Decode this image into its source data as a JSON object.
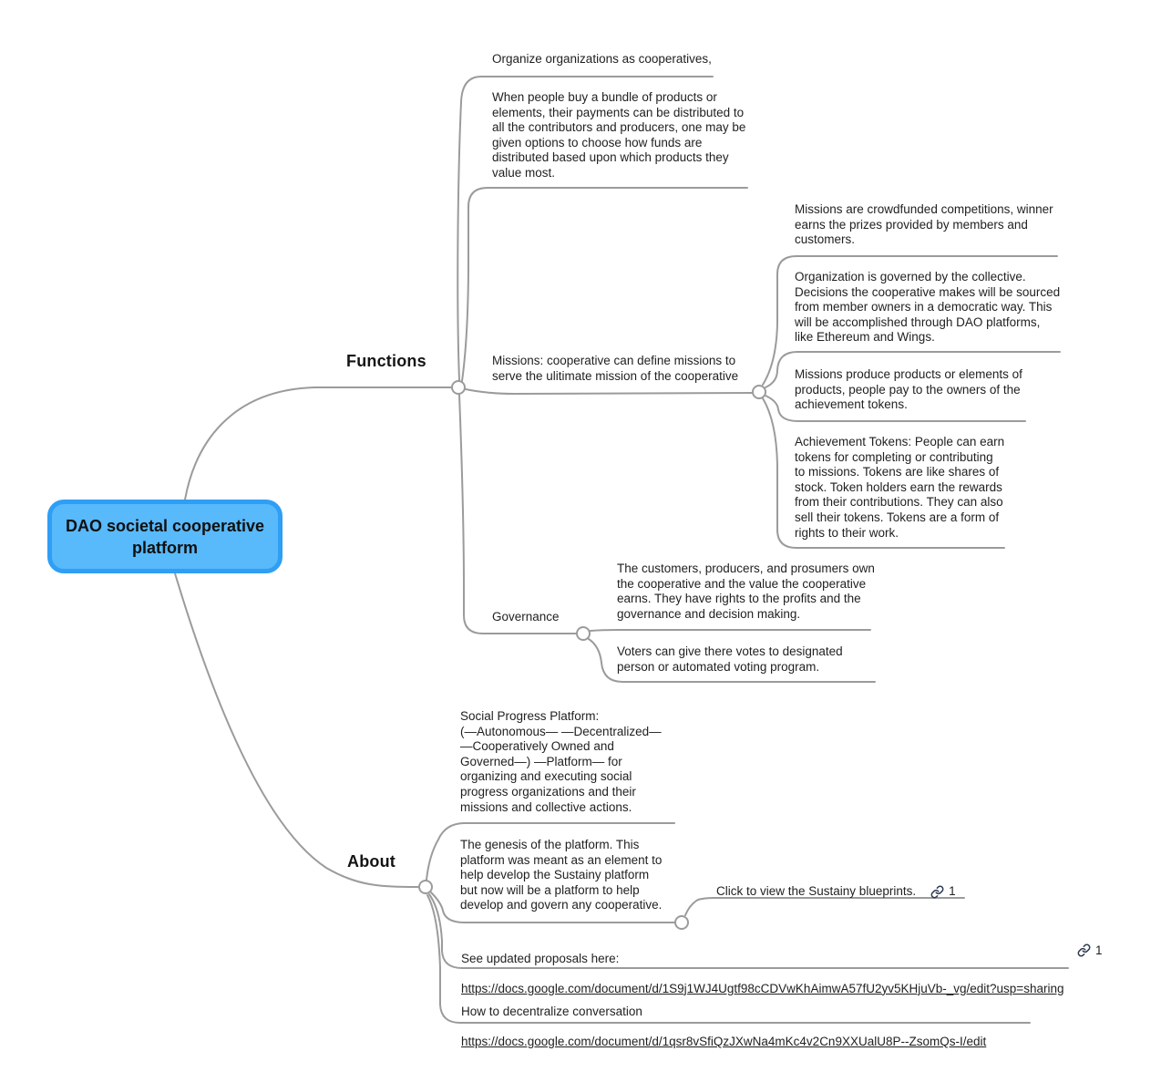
{
  "root": {
    "title": "DAO societal cooperative platform"
  },
  "functions": {
    "label": "Functions",
    "organize": "Organize organizations as cooperatives,",
    "bundle": "When people buy a bundle of products or\nelements, their payments can be distributed to\nall the contributors and producers, one may be\ngiven options to choose how funds are\ndistributed based upon which products they\nvalue most.",
    "missions": "Missions: cooperative can define missions to\nserve the ulitimate mission of the cooperative",
    "missions_children": {
      "crowdfunded": "Missions are crowdfunded competitions, winner\nearns the prizes provided by members and\ncustomers.",
      "governed": "Organization is governed by the collective.\nDecisions the cooperative makes will be sourced\nfrom member owners in a democratic way. This\nwill be accomplished through DAO platforms,\nlike Ethereum and Wings.",
      "produce": "Missions produce products or elements of\nproducts, people pay to the owners of the\nachievement tokens.",
      "achievement": "Achievement Tokens: People can earn\ntokens for completing or contributing\nto missions. Tokens are like shares of\nstock. Token holders earn the rewards\nfrom their contributions. They can also\nsell their tokens. Tokens are a form of\nrights to their work."
    },
    "governance": {
      "label": "Governance",
      "owners": "The customers, producers, and prosumers own\nthe cooperative and the value the cooperative\nearns. They have rights to the profits and the\ngovernance and decision making.",
      "voters": "Voters can give there votes to designated\nperson or automated voting program."
    }
  },
  "about": {
    "label": "About",
    "social_progress": "Social Progress Platform:\n(—Autonomous—  —Decentralized—\n—Cooperatively Owned and\nGoverned—) —Platform— for\norganizing and executing social\nprogress organizations and their\nmissions and collective actions.",
    "genesis": "The genesis of the platform. This\nplatform was meant as an element to\nhelp develop the Sustainy platform\nbut now will be a platform to help\ndevelop and govern any cooperative.",
    "blueprints": {
      "text": "Click to view the Sustainy blueprints.",
      "link_count": "1"
    },
    "proposals": {
      "text": "See updated proposals here:",
      "url": "https://docs.google.com/document/d/1S9j1WJ4Ugtf98cCDVwKhAimwA57fU2yv5KHjuVb-_vg/edit?usp=sharing",
      "link_count": "1"
    },
    "decentralize": {
      "text": "How to decentralize conversation",
      "url": "https://docs.google.com/document/d/1qsr8vSfiQzJXwNa4mKc4v2Cn9XXUalU8P--ZsomQs-I/edit"
    }
  },
  "colors": {
    "node_fill": "#58b9fb",
    "node_border": "#2f9ef5",
    "connector": "#9b9b9b",
    "link_icon": "#2e3950"
  }
}
